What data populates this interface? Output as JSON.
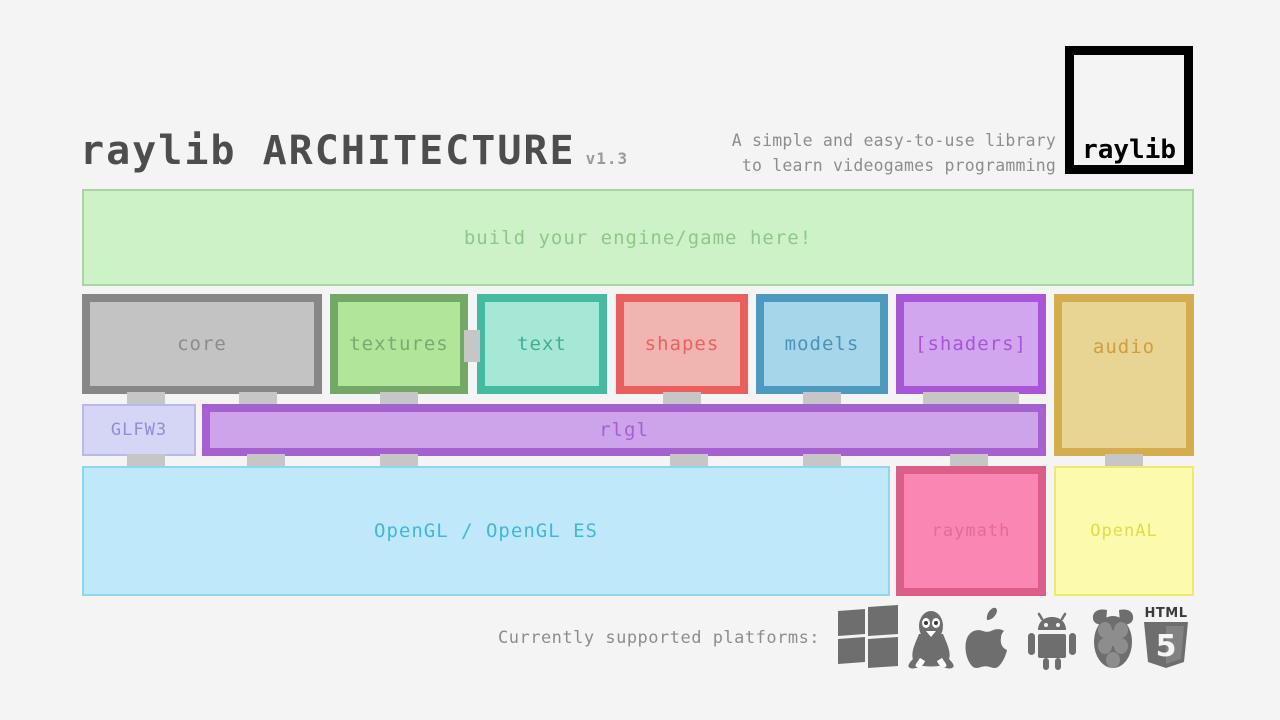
{
  "header": {
    "title": "raylib ARCHITECTURE",
    "version": "v1.3",
    "tagline_line1": "A simple and easy-to-use library",
    "tagline_line2": "to learn videogames programming",
    "logo_text": "raylib"
  },
  "user_layer": {
    "label": "build your engine/game here!",
    "fill": "#cdf2c8",
    "border": "#a8d6a2",
    "text_color": "#8fc78a"
  },
  "modules": [
    {
      "label": "core",
      "fill": "#c3c3c3",
      "border": "#878787",
      "text_color": "#8c8c8c"
    },
    {
      "label": "textures",
      "fill": "#b0e59a",
      "border": "#73a867",
      "text_color": "#7aa972"
    },
    {
      "label": "text",
      "fill": "#a5e8d5",
      "border": "#44bb9e",
      "text_color": "#3fae97"
    },
    {
      "label": "shapes",
      "fill": "#f0b4b1",
      "border": "#e95f5c",
      "text_color": "#ea615e"
    },
    {
      "label": "models",
      "fill": "#a6d6ea",
      "border": "#4d99bf",
      "text_color": "#4a93b9"
    },
    {
      "label": "[shaders]",
      "fill": "#d2a6ef",
      "border": "#a855d8",
      "text_color": "#a855d8"
    },
    {
      "label": "audio",
      "fill": "#e8d593",
      "border": "#d4ae4e",
      "text_color": "#ce9f3b"
    }
  ],
  "backend_layer": [
    {
      "label": "GLFW3",
      "fill": "#d5d5f5",
      "border": "#b9b9e8",
      "text_color": "#8d8de0"
    },
    {
      "label": "rlgl",
      "fill": "#cda4ea",
      "border": "#a561d0",
      "text_color": "#a561d0"
    }
  ],
  "low_layer": [
    {
      "label": "OpenGL / OpenGL ES",
      "fill": "#bfe8fa",
      "border": "#8fd5f2",
      "text_color": "#3fb6e2"
    },
    {
      "label": "raymath",
      "fill": "#fa86b4",
      "border": "#dd5d89",
      "text_color": "#e56a97"
    },
    {
      "label": "OpenAL",
      "fill": "#fbfaad",
      "border": "#eeea6e",
      "text_color": "#e0dc45"
    }
  ],
  "footer": {
    "platforms_label": "Currently supported platforms:",
    "platforms": [
      {
        "name": "windows-icon"
      },
      {
        "name": "linux-icon"
      },
      {
        "name": "apple-icon"
      },
      {
        "name": "android-icon"
      },
      {
        "name": "raspberrypi-icon"
      },
      {
        "name": "html5-icon",
        "text": "HTML",
        "digit": "5"
      }
    ]
  },
  "colors": {
    "background": "#f4f4f4",
    "connector": "#c6c6c6",
    "icon_gray": "#6e6e6e"
  }
}
